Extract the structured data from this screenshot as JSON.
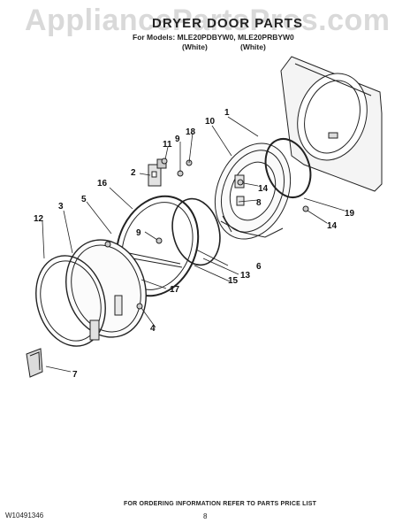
{
  "watermark": "AppliancePartsPros.com",
  "header": {
    "title": "DRYER DOOR PARTS",
    "models": "For Models: MLE20PDBYW0, MLE20PRBYW0",
    "color_1": "(White)",
    "color_2": "(White)"
  },
  "callouts": {
    "c1": "1",
    "c2": "2",
    "c3": "3",
    "c4": "4",
    "c5": "5",
    "c6": "6",
    "c7": "7",
    "c8": "8",
    "c9a": "9",
    "c9b": "9",
    "c10": "10",
    "c11": "11",
    "c12": "12",
    "c13": "13",
    "c14a": "14",
    "c14b": "14",
    "c15": "15",
    "c16": "16",
    "c17": "17",
    "c18": "18",
    "c19": "19"
  },
  "footer": {
    "doc_number": "W10491346",
    "ordering_info": "FOR ORDERING INFORMATION REFER TO PARTS PRICE LIST",
    "page_number": "8"
  }
}
